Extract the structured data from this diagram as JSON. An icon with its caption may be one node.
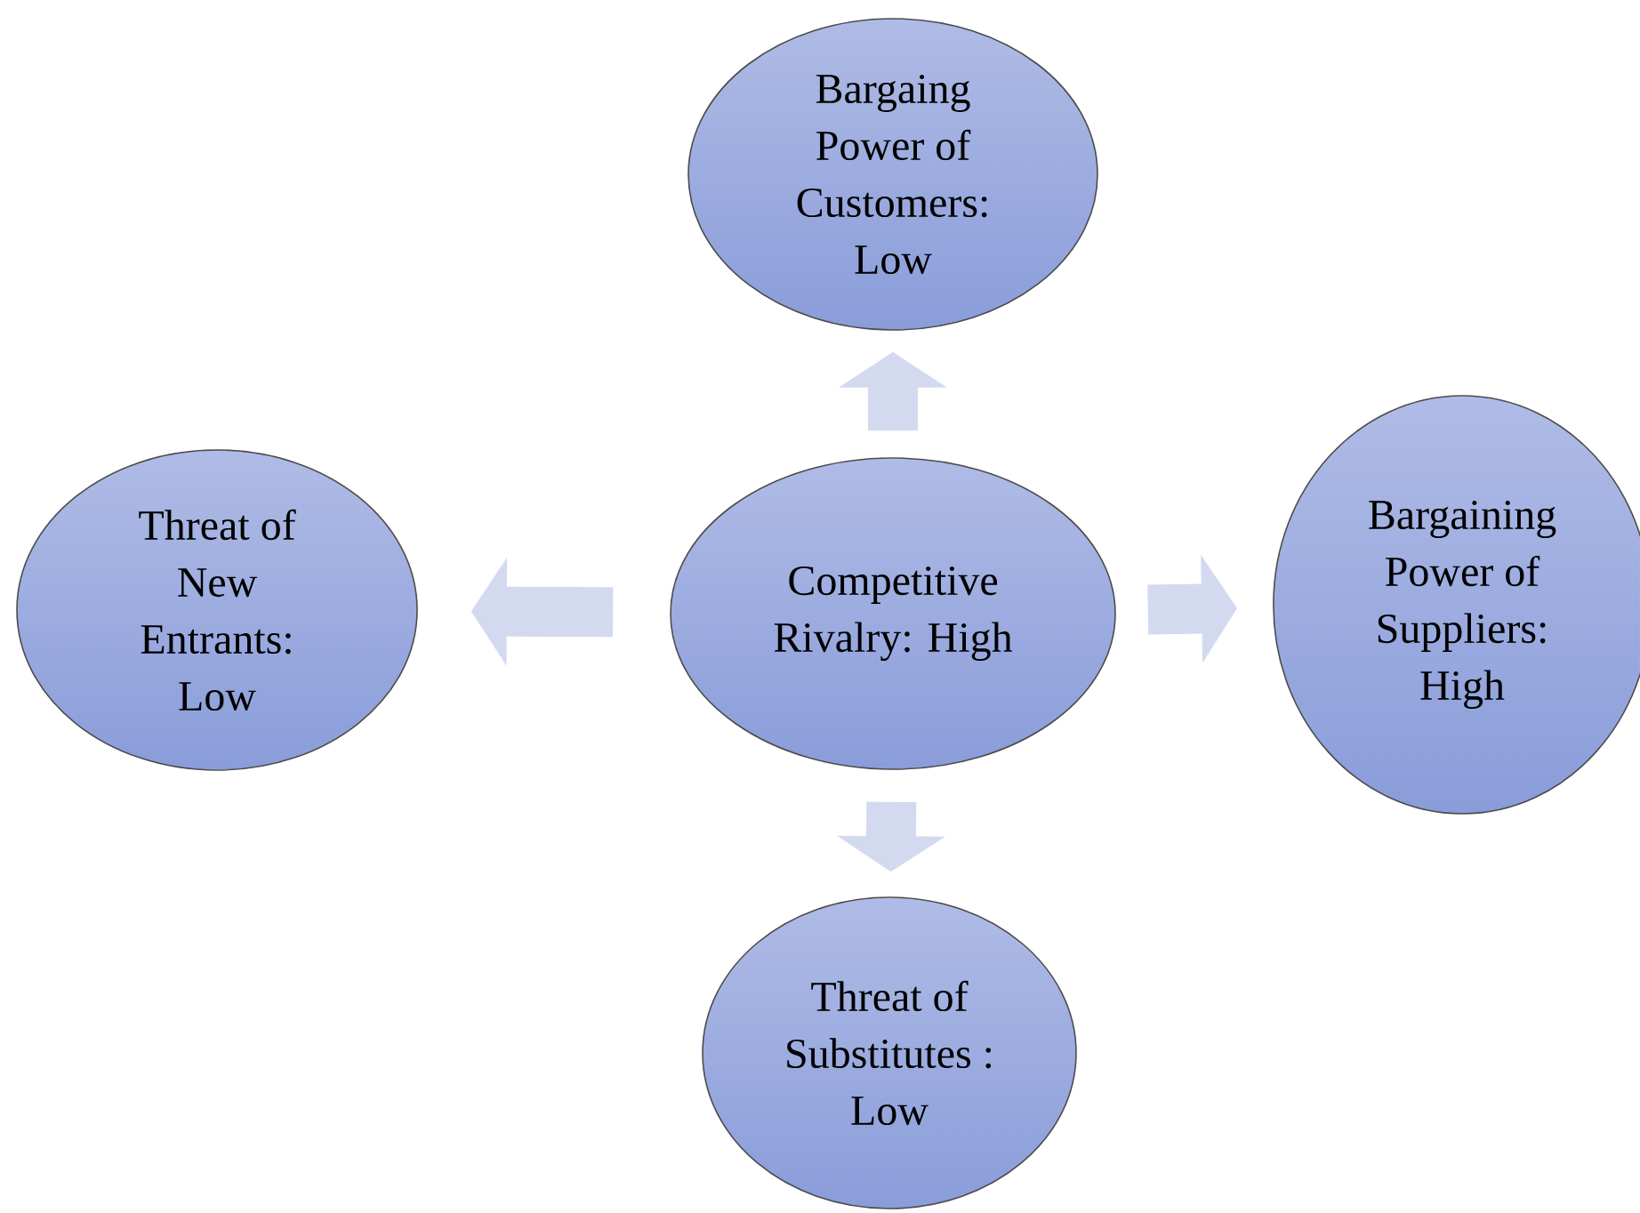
{
  "diagram": {
    "nodes": [
      {
        "text": [
          "Bargaing Power of Customers: Low"
        ]
      },
      {
        "text": [
          "Threat of New Entrants: Low"
        ]
      },
      {
        "text": [
          "Competitive Rivalry: High"
        ]
      },
      {
        "text": [
          "Bargaining Power of Suppliers: High"
        ]
      },
      {
        "text": [
          "Threat of Substitutes : Low"
        ]
      }
    ],
    "edges": [
      {
        "from": 2,
        "to": 0,
        "arrow": "to"
      },
      {
        "from": 2,
        "to": 1,
        "arrow": "to"
      },
      {
        "from": 2,
        "to": 3,
        "arrow": "to"
      },
      {
        "from": 2,
        "to": 4,
        "arrow": "to"
      }
    ]
  }
}
